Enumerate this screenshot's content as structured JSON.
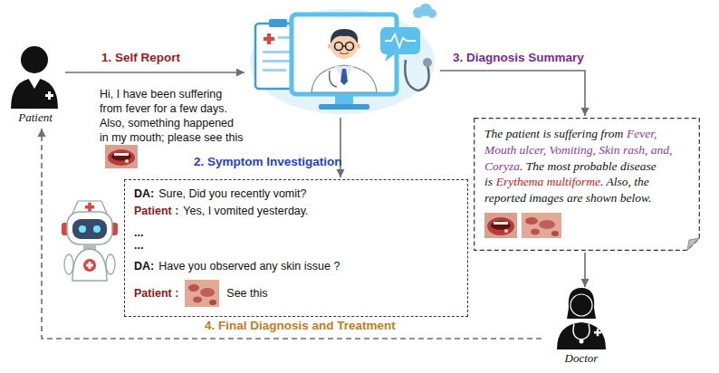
{
  "diagram": {
    "nodes": [
      {
        "text": [
          "Patient"
        ]
      },
      {
        "text": []
      },
      {
        "text": [
          "DA:",
          "Sure, Did you recently vomit?",
          "Patient :",
          "Yes, I vomited yesterday.",
          "...",
          "...",
          "DA:",
          "Have you observed any skin issue ?",
          "Patient :",
          "See this"
        ]
      },
      {
        "text": [
          "The patient is suffering from",
          "Fever, Mouth ulcer, Vomiting, Skin rash, and, Coryza",
          ". The most probable disease is",
          "Erythema multiforme",
          ". Also, the reported images are shown below."
        ]
      },
      {
        "text": [
          "Doctor"
        ]
      }
    ],
    "edges": [
      {
        "from": 0,
        "to": 1,
        "arrow": "to",
        "label": "1. Self Report"
      },
      {
        "from": 1,
        "to": 2,
        "arrow": "to",
        "label": "2. Symptom Investigation"
      },
      {
        "from": 1,
        "to": 3,
        "arrow": "to",
        "label": "3. Diagnosis Summary"
      },
      {
        "from": 3,
        "to": 4,
        "arrow": "to"
      },
      {
        "from": 4,
        "to": 0,
        "arrow": "to",
        "label": "4. Final Diagnosis and Treatment"
      }
    ],
    "labels": [
      "Hi, I have been suffering from fever for a few days. Also, something happened in my mouth; please see this"
    ]
  }
}
